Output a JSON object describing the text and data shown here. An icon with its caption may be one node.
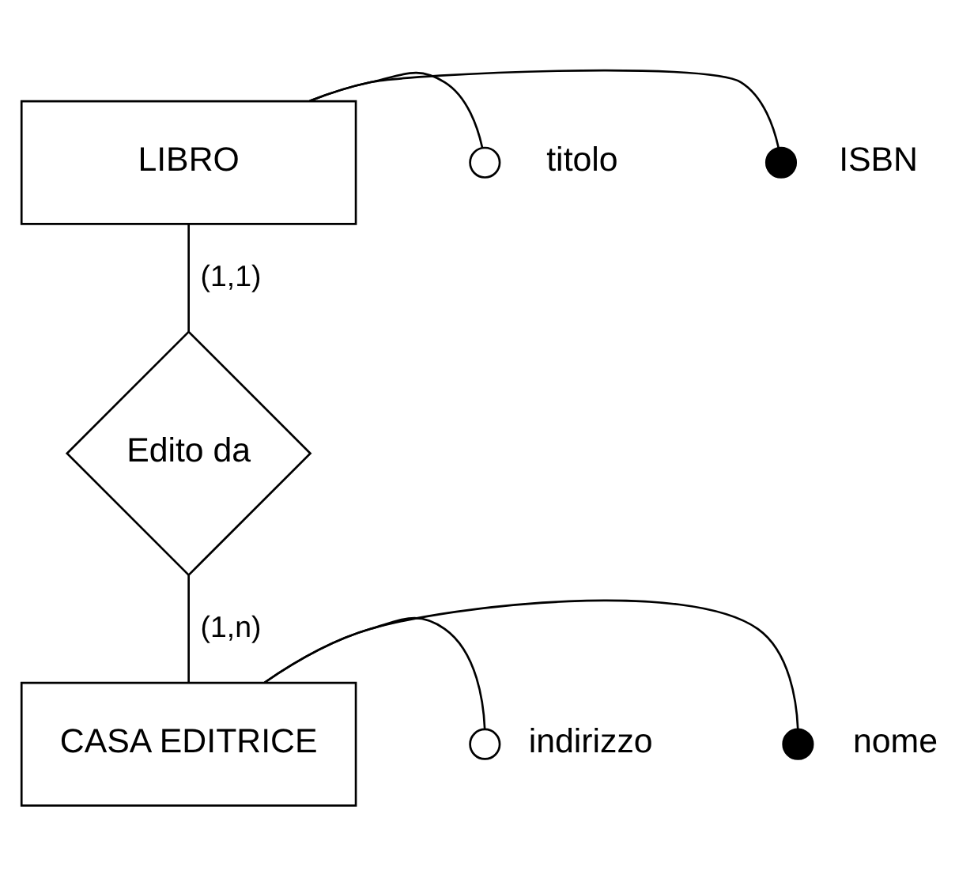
{
  "diagram": {
    "nodes": [
      {
        "text": [
          "LIBRO"
        ]
      },
      {
        "text": [],
        "shape": "circle",
        "beside": [
          "titolo"
        ]
      },
      {
        "text": [],
        "shape": "dot",
        "beside": [
          "ISBN"
        ]
      },
      {
        "text": [
          "Edito da"
        ]
      },
      {
        "text": [
          "CASA EDITRICE"
        ]
      },
      {
        "text": [],
        "shape": "circle",
        "beside": [
          "indirizzo"
        ]
      },
      {
        "text": [],
        "shape": "dot",
        "beside": [
          "nome"
        ]
      }
    ],
    "edges": [
      {
        "from": 0,
        "to": 1,
        "arrow": "none"
      },
      {
        "from": 0,
        "to": 2,
        "arrow": "none"
      },
      {
        "from": 0,
        "to": 3,
        "arrow": "none",
        "label": "(1,1)"
      },
      {
        "from": 3,
        "to": 4,
        "arrow": "none",
        "label": "(1,n)"
      },
      {
        "from": 4,
        "to": 5,
        "arrow": "none"
      },
      {
        "from": 4,
        "to": 6,
        "arrow": "none"
      }
    ]
  }
}
